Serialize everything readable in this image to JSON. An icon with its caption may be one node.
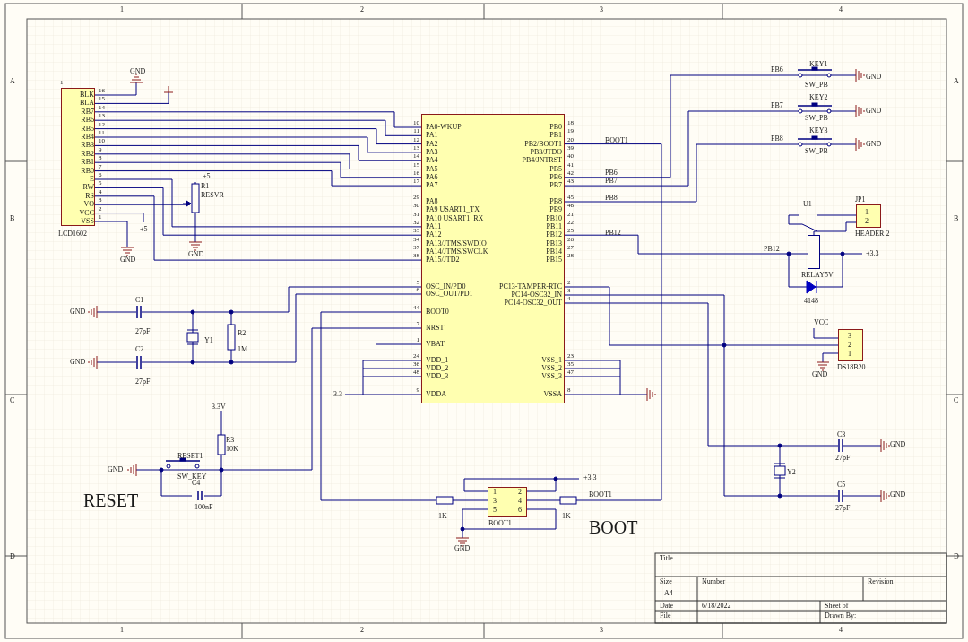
{
  "diagram": {
    "nodes": [
      {
        "text": [
          "LCD1602",
          "BLK",
          "BLA",
          "RB7",
          "RB6",
          "RB5",
          "RB4",
          "RB3",
          "RB2",
          "RB1",
          "RB0",
          "E",
          "RW",
          "RS",
          "VO",
          "VCC",
          "VSS"
        ],
        "beside": [
          "1",
          "16",
          "15",
          "14",
          "13",
          "12",
          "11",
          "10",
          "9",
          "8",
          "7",
          "6",
          "5",
          "4",
          "3",
          "2",
          "1"
        ]
      },
      {
        "text": [
          "PA0-WKUP",
          "PA1",
          "PA2",
          "PA3",
          "PA4",
          "PA5",
          "PA6",
          "PA7",
          "PA8",
          "PA9 USART1_TX",
          "PA10 USART1_RX",
          "PA11",
          "PA12",
          "PA13/JTMS/SWDIO",
          "PA14/JTMS/SWCLK",
          "PA15/JTD2",
          "OSC_IN/PD0",
          "OSC_OUT/PD1",
          "BOOT0",
          "NRST",
          "VBAT",
          "VDD_1",
          "VDD_2",
          "VDD_3",
          "VDDA",
          "PB0",
          "PB1",
          "PB2/BOOT1",
          "PB3/JTDO",
          "PB4/JNTRST",
          "PB5",
          "PB6",
          "PB7",
          "PB8",
          "PB9",
          "PB10",
          "PB11",
          "PB12",
          "PB13",
          "PB14",
          "PB15",
          "PC13-TAMPER-RTC",
          "PC14-OSC32_IN",
          "PC14-OSC32_OUT",
          "VSS_1",
          "VSS_2",
          "VSS_3",
          "VSSA"
        ],
        "beside": [
          "10",
          "11",
          "12",
          "13",
          "14",
          "15",
          "16",
          "17",
          "29",
          "30",
          "31",
          "32",
          "33",
          "34",
          "37",
          "38",
          "5",
          "6",
          "44",
          "7",
          "1",
          "24",
          "36",
          "48",
          "9",
          "18",
          "19",
          "20",
          "39",
          "40",
          "41",
          "42",
          "43",
          "45",
          "46",
          "21",
          "22",
          "25",
          "26",
          "27",
          "28",
          "2",
          "3",
          "4",
          "23",
          "35",
          "47",
          "8"
        ]
      },
      {
        "text": [
          "JP1",
          "1",
          "2",
          "HEADER 2"
        ]
      },
      {
        "text": [
          "RELAY5V"
        ]
      },
      {
        "text": [
          "3",
          "2",
          "1",
          "DS18B20"
        ]
      },
      {
        "text": [
          "1",
          "2",
          "3",
          "4",
          "5",
          "6",
          "BOOT1"
        ]
      }
    ],
    "edges": [
      {
        "from": 0,
        "to": 1,
        "arrow": "none"
      },
      {
        "from": 0,
        "to": 1,
        "arrow": "none"
      },
      {
        "from": 0,
        "to": 1,
        "arrow": "none"
      },
      {
        "from": 0,
        "to": 1,
        "arrow": "none"
      },
      {
        "from": 0,
        "to": 1,
        "arrow": "none"
      },
      {
        "from": 0,
        "to": 1,
        "arrow": "none"
      },
      {
        "from": 0,
        "to": 1,
        "arrow": "none"
      },
      {
        "from": 0,
        "to": 1,
        "arrow": "none"
      },
      {
        "from": 0,
        "to": 1,
        "arrow": "none"
      },
      {
        "from": 0,
        "to": 1,
        "arrow": "none"
      },
      {
        "from": 0,
        "to": 1,
        "arrow": "none"
      },
      {
        "from": 1,
        "to": 3,
        "arrow": "none"
      },
      {
        "from": 1,
        "to": 4,
        "arrow": "none"
      },
      {
        "from": 1,
        "to": 5,
        "arrow": "none"
      },
      {
        "from": 1,
        "to": 5,
        "arrow": "none"
      },
      {
        "from": 3,
        "to": 2,
        "arrow": "none"
      }
    ],
    "labels": [
      "1",
      "2",
      "3",
      "4",
      "1",
      "2",
      "3",
      "4",
      "A",
      "B",
      "C",
      "D",
      "A",
      "B",
      "C",
      "D",
      "GND",
      "GND",
      "+5",
      "R1",
      "RESVR",
      "+5",
      "GND",
      "GND",
      "C1",
      "27pF",
      "Y1",
      "R2",
      "1M",
      "GND",
      "C2",
      "27pF",
      "3.3V",
      "R3",
      "10K",
      "RESET1",
      "SW_KEY",
      "GND",
      "C4",
      "100nF",
      "RESET",
      "3.3",
      "BOOT1",
      "PB6",
      "PB7",
      "PB8",
      "PB12",
      "PB6",
      "KEY1",
      "SW_PB",
      "GND",
      "PB7",
      "KEY2",
      "SW_PB",
      "GND",
      "PB8",
      "KEY3",
      "SW_PB",
      "GND",
      "U1",
      "PB12",
      "+3.3",
      "4148",
      "VCC",
      "GND",
      "C3",
      "27pF",
      "Y2",
      "C5",
      "27pF",
      "GND",
      "GND",
      "+3.3",
      "1K",
      "1K",
      "BOOT1",
      "GND",
      "BOOT",
      "Title",
      "Size",
      "A4",
      "Number",
      "Revision",
      "Date",
      "6/18/2022",
      "Sheet of",
      "File",
      "Drawn By:"
    ]
  }
}
